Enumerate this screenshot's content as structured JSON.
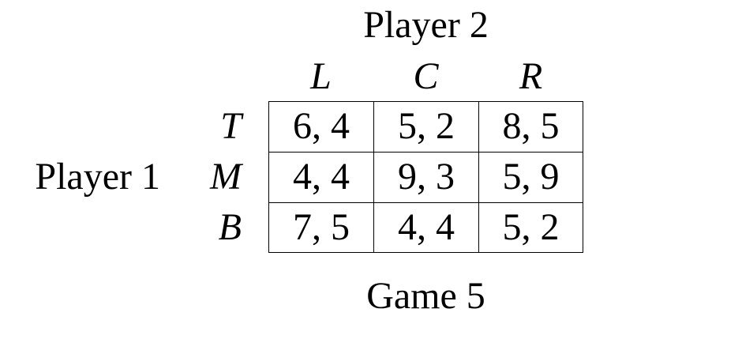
{
  "figure": {
    "player2_label": "Player 2",
    "player1_label": "Player 1",
    "caption": "Game 5",
    "column_labels": [
      "L",
      "C",
      "R"
    ],
    "row_labels": [
      "T",
      "M",
      "B"
    ],
    "payoffs": [
      [
        "6, 4",
        "5, 2",
        "8, 5"
      ],
      [
        "4, 4",
        "9, 3",
        "5, 9"
      ],
      [
        "7, 5",
        "4, 4",
        "5, 2"
      ]
    ]
  },
  "chart_data": {
    "type": "table",
    "title": "Game 5",
    "column_player": "Player 2",
    "row_player": "Player 1",
    "columns": [
      "L",
      "C",
      "R"
    ],
    "rows": [
      "T",
      "M",
      "B"
    ],
    "cells": [
      [
        [
          6,
          4
        ],
        [
          5,
          2
        ],
        [
          8,
          5
        ]
      ],
      [
        [
          4,
          4
        ],
        [
          9,
          3
        ],
        [
          5,
          9
        ]
      ],
      [
        [
          7,
          5
        ],
        [
          4,
          4
        ],
        [
          5,
          2
        ]
      ]
    ],
    "colors": {
      "text": "#000000",
      "border": "#000000",
      "background": "#ffffff"
    }
  }
}
